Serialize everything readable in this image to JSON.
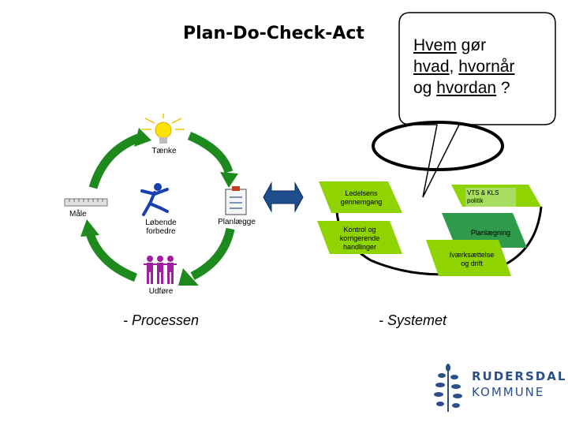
{
  "title": "Plan-Do-Check-Act",
  "callout": {
    "w1": "Hvem",
    "w2": " gør ",
    "w3": "hvad",
    "w4": ", ",
    "w5": "hvornår",
    "w6": "og ",
    "w7": "hvordan",
    "w8": " ?"
  },
  "cycle": {
    "taenke": "Tænke",
    "maale": "Måle",
    "planlaegge": "Planlægge",
    "udfoere": "Udføre",
    "center_line1": "Løbende",
    "center_line2": "forbedre"
  },
  "system": {
    "ledelsens1": "Ledelsens",
    "ledelsens2": "gennemgang",
    "kontrol1": "Kontrol og",
    "kontrol2": "korrigerende",
    "kontrol3": "handlinger",
    "vts1": "VTS & KLS",
    "vts2": "politik",
    "planlaegning": "Planlægning",
    "ivaerk1": "Iværksættelse",
    "ivaerk2": "og drift"
  },
  "subtitles": {
    "left": "- Processen",
    "right": "- Systemet"
  },
  "logo": {
    "line1": "RUDERSDAL",
    "line2": "KOMMUNE"
  },
  "colors": {
    "green_arrow": "#1e8a1e",
    "light_green": "#8fd400",
    "dark_green": "#2e9a4a",
    "logo_blue": "#2a4f8a",
    "double_arrow": "#1f4e8c"
  }
}
